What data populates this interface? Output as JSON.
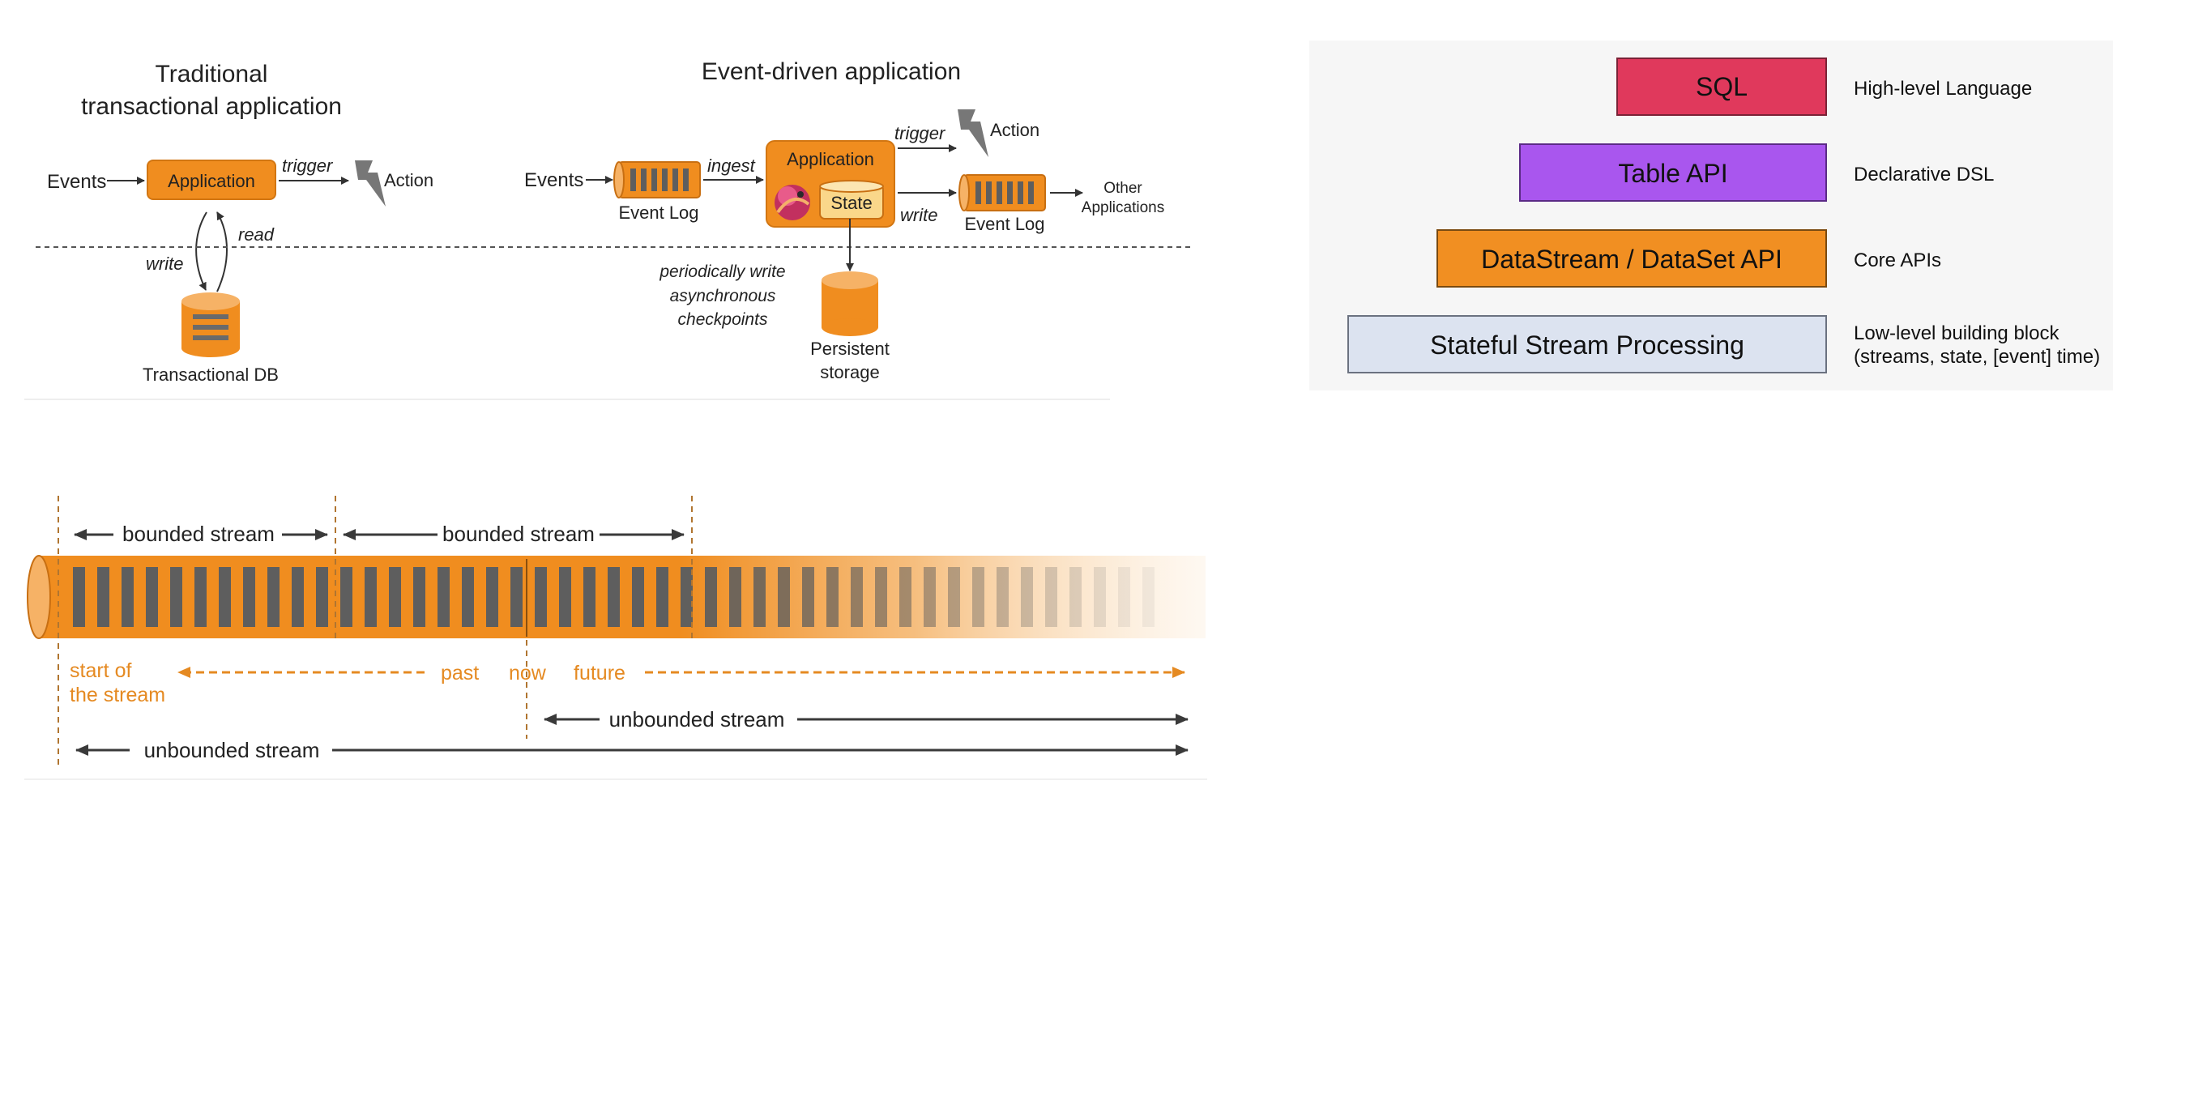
{
  "colors": {
    "orange": "#F08D1F",
    "orange_dark": "#C86F12",
    "gray_bar": "#5E5E5E",
    "sql_red": "#E0395C",
    "table_purple": "#A956EE",
    "datastream_orange": "#F18F22",
    "stateful_blue": "#DCE3F0",
    "panel_bg": "#F6F6F6"
  },
  "traditional": {
    "title_line1": "Traditional",
    "title_line2": "transactional application",
    "events": "Events",
    "application": "Application",
    "trigger": "trigger",
    "action": "Action",
    "read": "read",
    "write": "write",
    "db": "Transactional DB"
  },
  "event_driven": {
    "title": "Event-driven application",
    "events": "Events",
    "ingest": "ingest",
    "event_log_in": "Event Log",
    "application": "Application",
    "state": "State",
    "trigger": "trigger",
    "action": "Action",
    "write": "write",
    "event_log_out": "Event Log",
    "other_line1": "Other",
    "other_line2": "Applications",
    "checkpoint_line1": "periodically write",
    "checkpoint_line2": "asynchronous",
    "checkpoint_line3": "checkpoints",
    "storage_line1": "Persistent",
    "storage_line2": "storage"
  },
  "streams": {
    "bounded_1": "bounded stream",
    "bounded_2": "bounded stream",
    "start_line1": "start of",
    "start_line2": "the stream",
    "past": "past",
    "now": "now",
    "future": "future",
    "unbounded_now": "unbounded stream",
    "unbounded_all": "unbounded stream"
  },
  "api_stack": {
    "layers": [
      {
        "label": "SQL",
        "description": "High-level Language"
      },
      {
        "label": "Table API",
        "description": "Declarative DSL"
      },
      {
        "label": "DataStream / DataSet API",
        "description": "Core APIs"
      },
      {
        "label": "Stateful Stream Processing",
        "description_line1": "Low-level building block",
        "description_line2": "(streams, state, [event] time)"
      }
    ]
  }
}
